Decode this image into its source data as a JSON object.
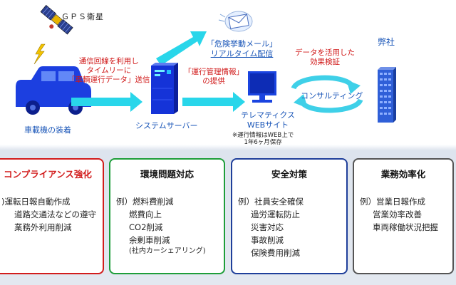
{
  "diagram": {
    "gps_label": "ＧＰＳ衛星",
    "vehicle_label": "車載機の装着",
    "left_arrow_text": [
      "通信回線を利用し",
      "タイムリーに",
      "「車輌運行データ」送信"
    ],
    "server_label": "システムサーバー",
    "alert_text": [
      "「危険挙動メール」",
      "リアルタイム配信"
    ],
    "manage_text": [
      "「運行管理情報」",
      "の提供"
    ],
    "web_label": [
      "テレマティクス",
      "WEBサイト"
    ],
    "web_note": [
      "※運行情報はWEB上で",
      "1年6ヶ月保存"
    ],
    "data_text": [
      "データを活用した",
      "効果検証"
    ],
    "consult_label": "コンサルティング",
    "company_label": "弊社"
  },
  "categories": [
    {
      "title": "コンプライアンス強化",
      "color": "#d21c1c",
      "items": [
        {
          "text": ")運転日報自動作成",
          "style": "head"
        },
        {
          "text": "道路交通法などの遵守",
          "style": "ind"
        },
        {
          "text": "業務外利用削減",
          "style": "ind"
        }
      ]
    },
    {
      "title": "環境問題対応",
      "color": "#1e9e3a",
      "items": [
        {
          "text": "例）燃料費削減",
          "style": "head"
        },
        {
          "text": "燃費向上",
          "style": "ind"
        },
        {
          "text": "CO2削減",
          "style": "ind"
        },
        {
          "text": "余剰車削減",
          "style": "ind"
        },
        {
          "text": "(社内カーシェアリング)",
          "style": "sub"
        }
      ]
    },
    {
      "title": "安全対策",
      "color": "#1f3f9a",
      "items": [
        {
          "text": "例）社員安全確保",
          "style": "head"
        },
        {
          "text": "過労運転防止",
          "style": "ind"
        },
        {
          "text": "災害対応",
          "style": "ind"
        },
        {
          "text": "事故削減",
          "style": "ind"
        },
        {
          "text": "保険費用削減",
          "style": "ind"
        }
      ]
    },
    {
      "title": "業務効率化",
      "color": "#555555",
      "items": [
        {
          "text": "例）営業日報作成",
          "style": "head"
        },
        {
          "text": "営業効率改善",
          "style": "ind"
        },
        {
          "text": "車両稼働状況把握",
          "style": "ind"
        }
      ]
    }
  ],
  "icons": {
    "satellite": "satellite-icon",
    "signal": "lightning-icon",
    "vehicle": "car-icon",
    "server": "server-icon",
    "mail": "envelope-icon",
    "monitor": "monitor-icon",
    "building": "building-icon"
  },
  "colors": {
    "arrow": "#29d6ea",
    "vehicle": "#1c3fe0",
    "server": "#1533d8"
  }
}
